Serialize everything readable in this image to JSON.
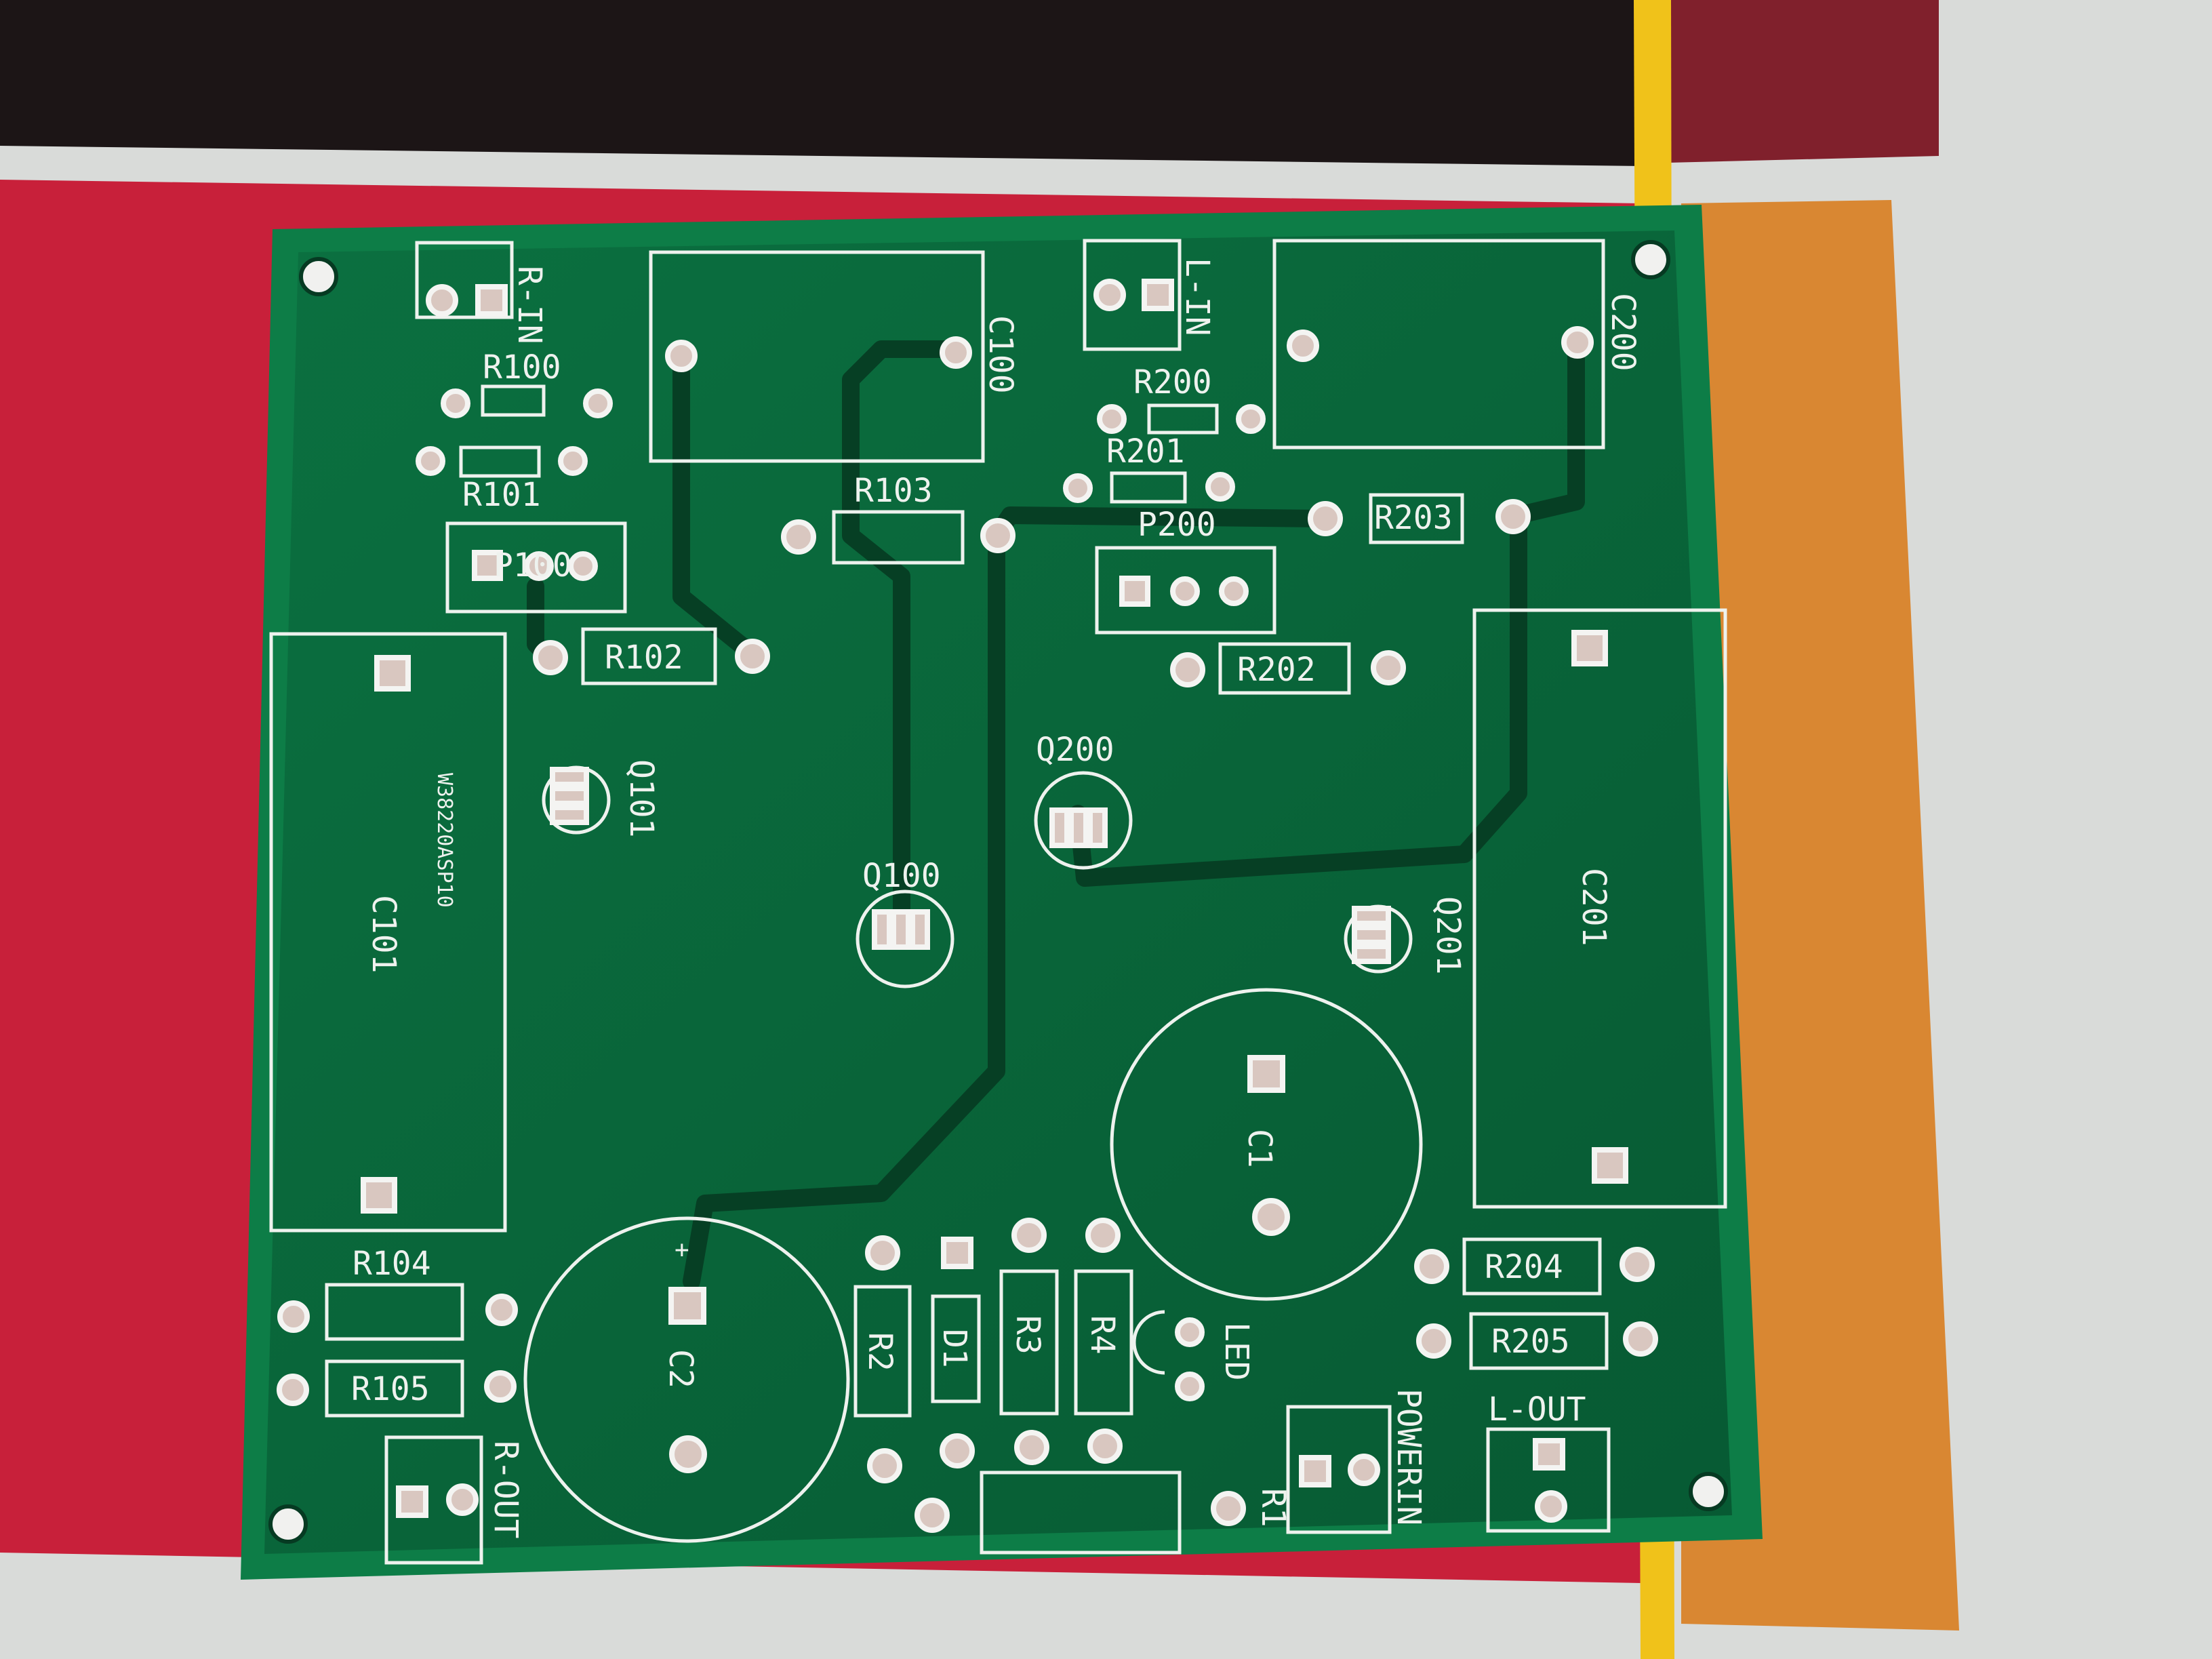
{
  "colors": {
    "background_left": "#c8203a",
    "background_right": "#d98732",
    "background_top": "#1c1516",
    "stripe_yellow": "#f0c21a",
    "board_green": "#0a6b3d",
    "board_edge": "#0c7a45",
    "silkscreen": "#eef2ee",
    "pad_color": "#d9c7c0"
  },
  "labels": {
    "r_in": "R-IN",
    "l_in": "L-IN",
    "c100": "C100",
    "c200": "C200",
    "r100": "R100",
    "r101": "R101",
    "r102": "R102",
    "r103": "R103",
    "r200": "R200",
    "r201": "R201",
    "r202": "R202",
    "r203": "R203",
    "p100": "P100",
    "p200": "P200",
    "q100": "Q100",
    "q101": "Q101",
    "q200": "Q200",
    "q201": "Q201",
    "c101": "C101",
    "part_code": "W38220ASP10",
    "c201": "C201",
    "c1": "C1",
    "c2": "C2",
    "plus": "+",
    "r104": "R104",
    "r105": "R105",
    "r_out": "R-OUT",
    "r2": "R2",
    "d1": "D1",
    "r3": "R3",
    "r4": "R4",
    "led": "LED",
    "r1": "R1",
    "powerin": "POWERIN",
    "r204": "R204",
    "r205": "R205",
    "l_out": "L-OUT"
  }
}
